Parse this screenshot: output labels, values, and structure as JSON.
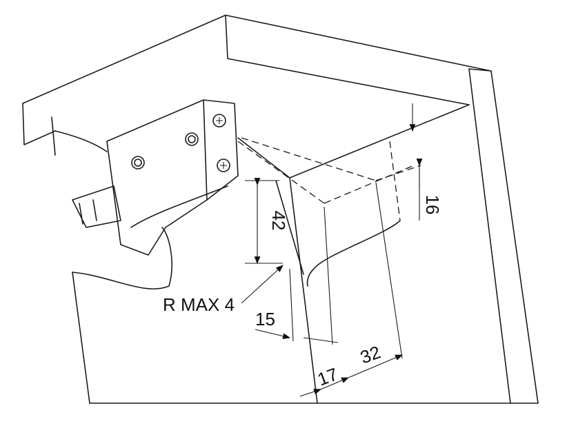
{
  "labels": {
    "dim_42": "42",
    "dim_16": "16",
    "radius": "R MAX 4",
    "dim_15": "15",
    "dim_17": "17",
    "dim_32": "32"
  }
}
